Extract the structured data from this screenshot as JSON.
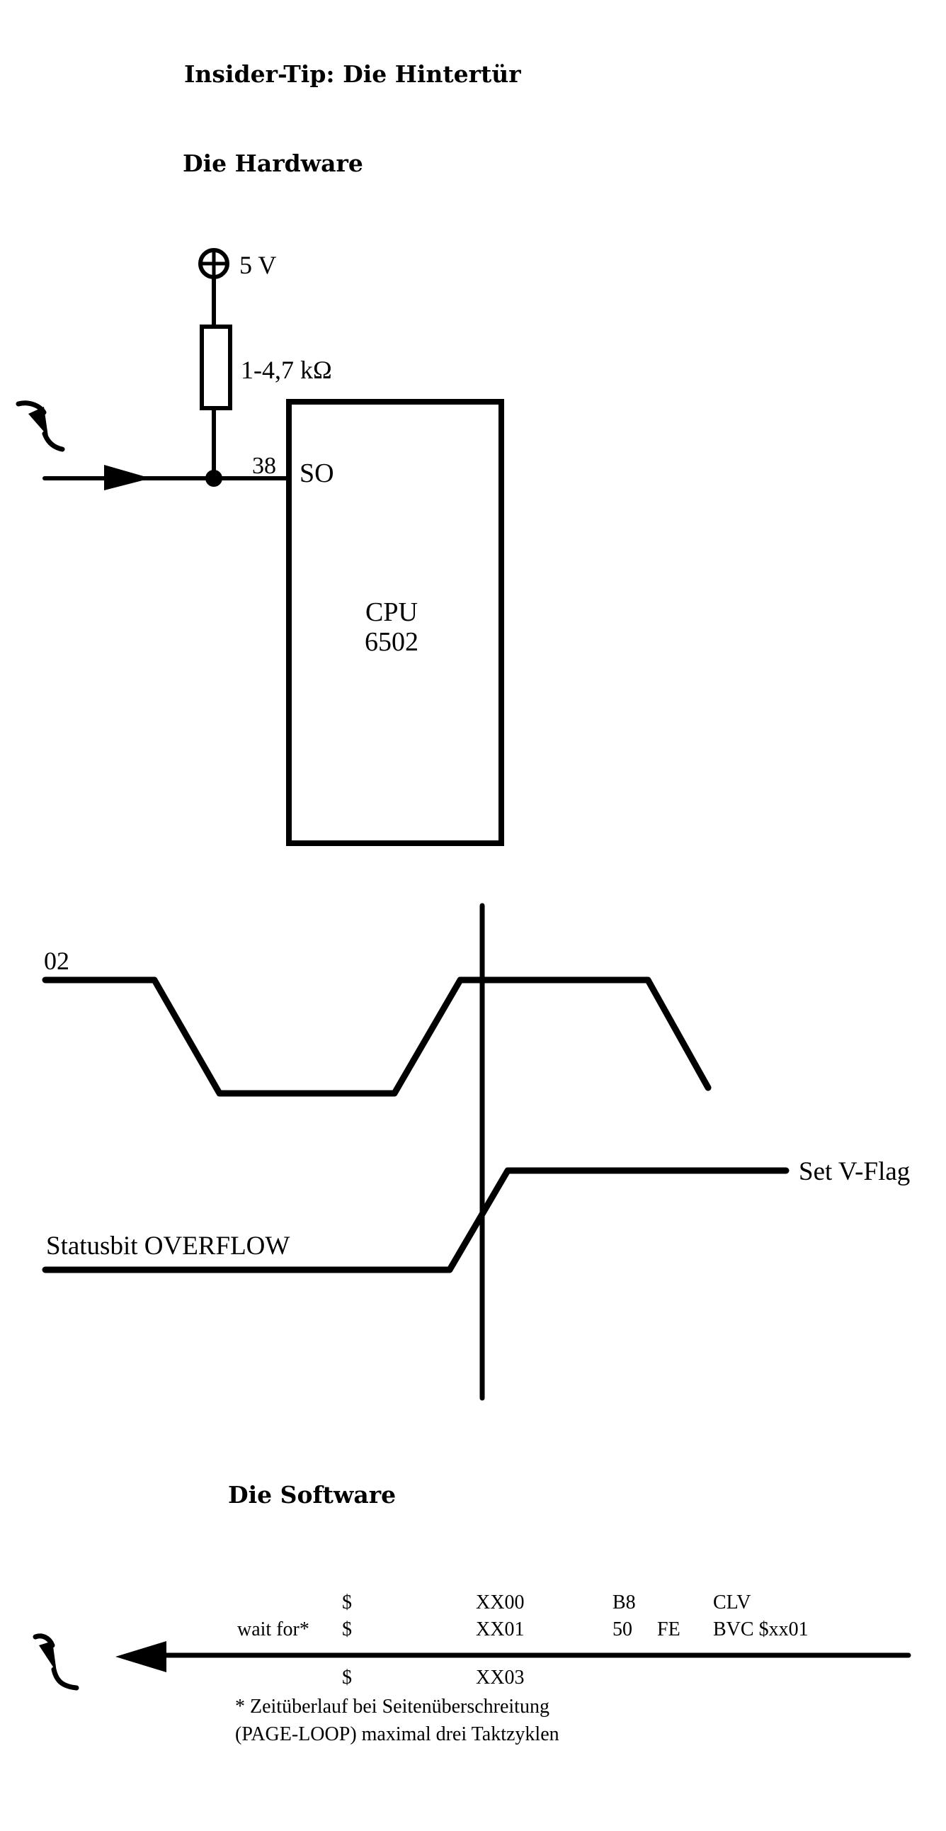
{
  "page": {
    "title": "Insider-Tip: Die Hintertür",
    "hardware_heading": "Die Hardware",
    "software_heading": "Die Software"
  },
  "schematic": {
    "supply_label": "5 V",
    "resistor_label": "1-4,7 kΩ",
    "pin_number": "38",
    "pin_name": "SO",
    "chip_line1": "CPU",
    "chip_line2": "6502",
    "icons": [
      "supply-plus-icon",
      "resistor-icon",
      "lightning-icon",
      "arrow-right-icon",
      "junction-dot-icon"
    ]
  },
  "timing": {
    "clock_label": "02",
    "status_label": "Statusbit OVERFLOW",
    "set_label": "Set V-Flag"
  },
  "software": {
    "rows": [
      {
        "label": "",
        "dollar": "$",
        "address": "XX00",
        "byte1": "B8",
        "byte2": "",
        "mnemonic": "CLV"
      },
      {
        "label": "wait for*",
        "dollar": "$",
        "address": "XX01",
        "byte1": "50",
        "byte2": "FE",
        "mnemonic": "BVC $xx01"
      },
      {
        "label": "",
        "dollar": "$",
        "address": "XX03",
        "byte1": "",
        "byte2": "",
        "mnemonic": ""
      }
    ],
    "footnote_line1": "* Zeitüberlauf bei Seitenüberschreitung",
    "footnote_line2": "(PAGE-LOOP) maximal drei Taktzyklen",
    "icons": [
      "lightning-icon",
      "arrow-left-icon"
    ]
  }
}
